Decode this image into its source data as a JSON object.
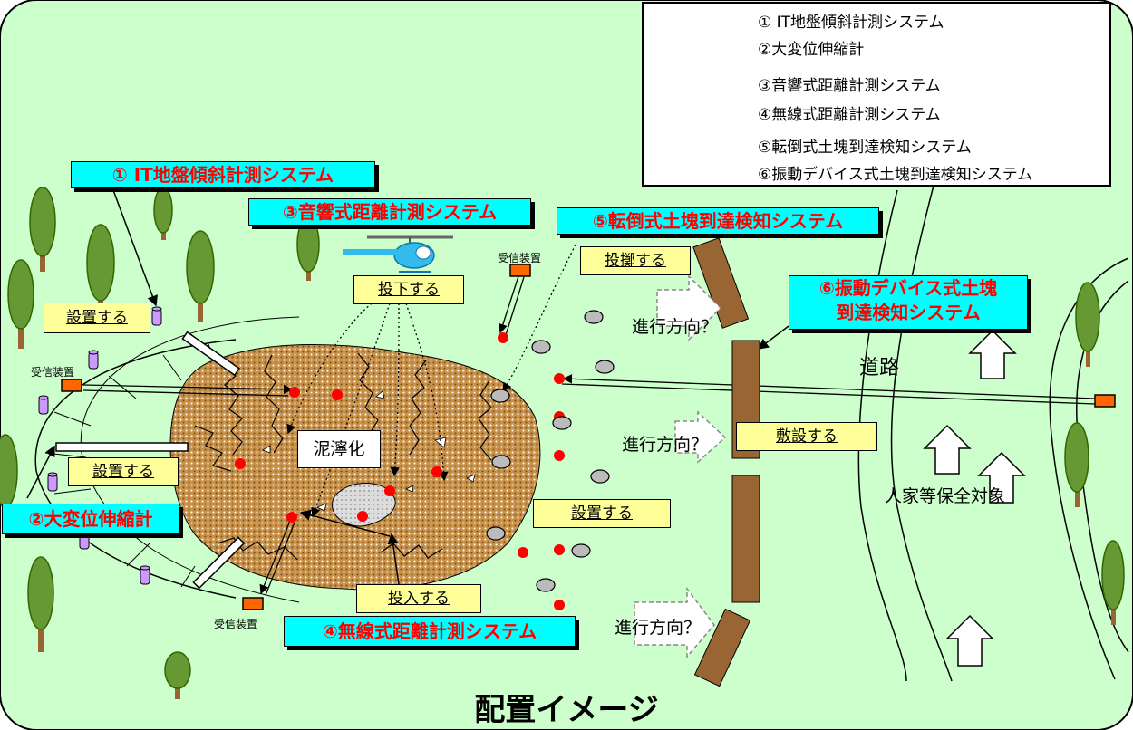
{
  "colors": {
    "background": "#ccffcc",
    "callout_bg": "#00ffff",
    "callout_text": "#ff0000",
    "action_bg": "#ffff99",
    "deposit": "#c8924a",
    "barrier": "#996633",
    "sensor": "#cc99ff",
    "point": "#ff0000",
    "radio": "#ff6600",
    "stone": "#bbbbbb"
  },
  "legend": {
    "items": [
      {
        "icon": "cylinder-icon",
        "label": "① IT地盤傾斜計測システム"
      },
      {
        "icon": "bar-icon",
        "label": "②大変位伸縮計"
      },
      {
        "icon": "red-dot-arrow-icon",
        "label": "③音響式距離計測システム"
      },
      {
        "icon": "orange-box-icon",
        "label": "④無線式距離計測システム"
      },
      {
        "icon": "stone-icon",
        "label": "⑤転倒式土塊到達検知システム"
      },
      {
        "icon": "brown-bar-icon",
        "label": "⑥振動デバイス式土塊到達検知システム"
      }
    ]
  },
  "callouts": {
    "c1": "① IT地盤傾斜計測システム",
    "c2": "②大変位伸縮計",
    "c3": "③音響式距離計測システム",
    "c4": "④無線式距離計測システム",
    "c5": "⑤転倒式土塊到達検知システム",
    "c6_line1": "⑥振動デバイス式土塊",
    "c6_line2": "到達検知システム"
  },
  "actions": {
    "setti_left": "設置する",
    "setti_mid": "設置する",
    "setti_bottom": "設置する",
    "touka": "投下する",
    "touteki": "投擲する",
    "tounyu": "投入する",
    "fusetsu": "敷設する"
  },
  "labels": {
    "deinei": "泥濘化",
    "direction_1": "進行方向？",
    "direction_2": "進行方向？",
    "direction_3": "進行方向？",
    "road": "道路",
    "houses": "人家等保全対象",
    "receiver_1": "受信装置",
    "receiver_2": "受信装置",
    "receiver_3": "受信装置"
  },
  "title": "配置イメージ"
}
